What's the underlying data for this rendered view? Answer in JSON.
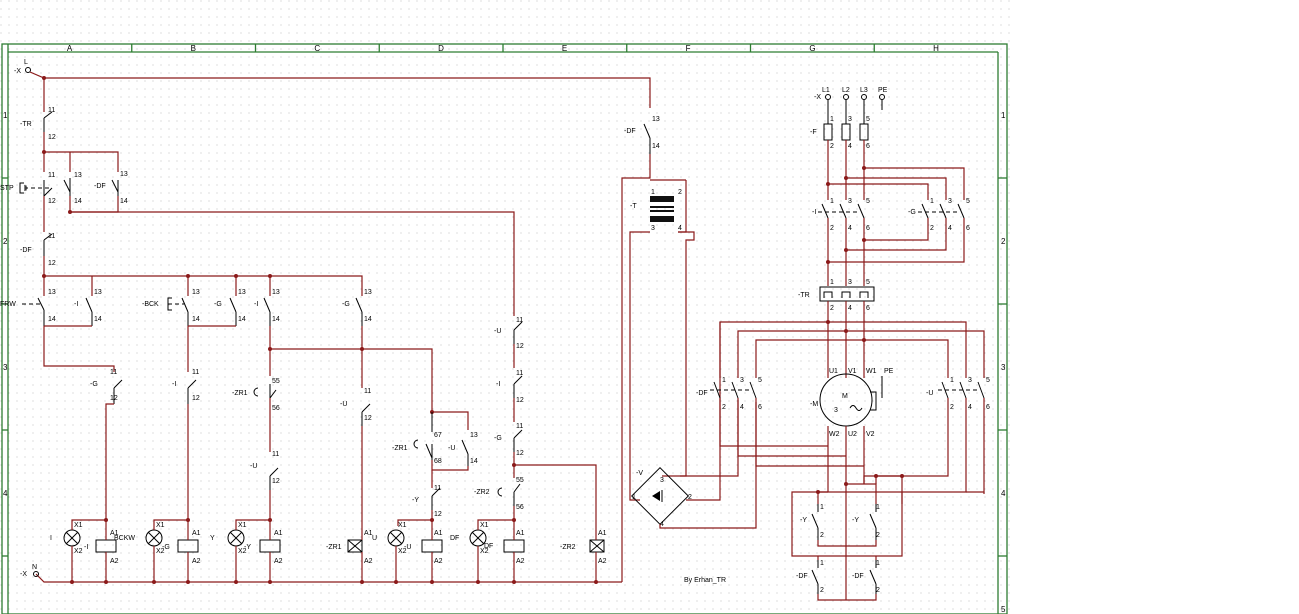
{
  "frame": {
    "columns": [
      "A",
      "B",
      "C",
      "D",
      "E",
      "F",
      "G",
      "H"
    ],
    "rows": [
      "1",
      "2",
      "3",
      "4"
    ],
    "footer_mark": "5"
  },
  "terminals": {
    "x_label": "-X",
    "l_label": "L",
    "n_label": "N"
  },
  "author": "By Erhan_TR",
  "control": {
    "tr": {
      "tag": "-TR",
      "a": "11",
      "b": "12"
    },
    "stp": {
      "tag": "STP",
      "a": "11",
      "b": "12",
      "c": "13",
      "d": "14"
    },
    "df_no": {
      "tag": "-DF",
      "a": "13",
      "b": "14"
    },
    "df_nc": {
      "tag": "-DF",
      "a": "11",
      "b": "12"
    },
    "frw": {
      "tag": "FRW",
      "a": "13",
      "b": "14"
    },
    "i1": {
      "tag": "-I",
      "a": "13",
      "b": "14"
    },
    "bck": {
      "tag": "-BCK",
      "a": "13",
      "b": "14"
    },
    "g1": {
      "tag": "-G",
      "a": "13",
      "b": "14"
    },
    "i2": {
      "tag": "-I",
      "a": "13",
      "b": "14"
    },
    "g2": {
      "tag": "-G",
      "a": "13",
      "b": "14"
    },
    "g_nc": {
      "tag": "-G",
      "a": "11",
      "b": "12"
    },
    "i_nc": {
      "tag": "-I",
      "a": "11",
      "b": "12"
    },
    "zr1_t": {
      "tag": "-ZR1",
      "a": "55",
      "b": "56"
    },
    "u_nc1": {
      "tag": "-U",
      "a": "11",
      "b": "12"
    },
    "u_nc2": {
      "tag": "-U",
      "a": "11",
      "b": "12"
    },
    "zr1_no": {
      "tag": "-ZR1",
      "a": "67",
      "b": "68"
    },
    "u_no": {
      "tag": "-U",
      "a": "13",
      "b": "14"
    },
    "y_nc": {
      "tag": "-Y",
      "a": "11",
      "b": "12"
    },
    "e_u": {
      "tag": "-U",
      "a": "11",
      "b": "12"
    },
    "e_i": {
      "tag": "-I",
      "a": "11",
      "b": "12"
    },
    "e_g": {
      "tag": "-G",
      "a": "11",
      "b": "12"
    },
    "zr2_t": {
      "tag": "-ZR2",
      "a": "55",
      "b": "56"
    },
    "df_top": {
      "tag": "-DF",
      "a": "13",
      "b": "14"
    },
    "transformer": {
      "tag": "-T",
      "p1": "1",
      "p2": "2",
      "p3": "3",
      "p4": "4"
    },
    "rectifier": {
      "tag": "-V",
      "p1": "1",
      "p2": "2",
      "p3": "3",
      "p4": "4"
    }
  },
  "loads": [
    {
      "lamp_tag": "I",
      "coil_tag": "-I",
      "coil_name": "BCKW",
      "x1": "X1",
      "x2": "X2",
      "a1": "A1",
      "a2": "A2"
    },
    {
      "lamp_tag": "",
      "coil_tag": "-G",
      "coil_name": "",
      "x1": "X1",
      "x2": "X2",
      "a1": "A1",
      "a2": "A2"
    },
    {
      "lamp_tag": "Y",
      "coil_tag": "-Y",
      "coil_name": "",
      "x1": "X1",
      "x2": "X2",
      "a1": "A1",
      "a2": "A2"
    },
    {
      "coil_tag": "-ZR1",
      "a1": "A1",
      "a2": "A2"
    },
    {
      "lamp_tag": "U",
      "coil_tag": "-U",
      "coil_name": "DF",
      "x1": "X1",
      "x2": "X2",
      "a1": "A1",
      "a2": "A2"
    },
    {
      "lamp_tag": "DF",
      "coil_tag": "",
      "coil_name": "",
      "x1": "X1",
      "x2": "X2",
      "a1": "A1",
      "a2": "A2"
    },
    {
      "coil_tag": "-ZR2",
      "a1": "A1",
      "a2": "A2"
    }
  ],
  "power": {
    "supply": {
      "x_tag": "-X",
      "l1": "L1",
      "l2": "L2",
      "l3": "L3",
      "pe": "PE"
    },
    "fuse": {
      "tag": "-F",
      "top": [
        "1",
        "3",
        "5"
      ],
      "bot": [
        "2",
        "4",
        "6"
      ]
    },
    "contactor_i": {
      "tag": "-I",
      "top": [
        "1",
        "3",
        "5"
      ],
      "bot": [
        "2",
        "4",
        "6"
      ]
    },
    "contactor_g": {
      "tag": "-G",
      "top": [
        "1",
        "3",
        "5"
      ],
      "bot": [
        "2",
        "4",
        "6"
      ]
    },
    "overload": {
      "tag": "-TR",
      "top": [
        "1",
        "3",
        "5"
      ],
      "bot": [
        "2",
        "4",
        "6"
      ]
    },
    "contactor_df": {
      "tag": "-DF",
      "top": [
        "1",
        "3",
        "5"
      ],
      "bot": [
        "2",
        "4",
        "6"
      ]
    },
    "contactor_u": {
      "tag": "-U",
      "top": [
        "1",
        "3",
        "5"
      ],
      "bot": [
        "2",
        "4",
        "6"
      ]
    },
    "motor": {
      "tag": "-M",
      "name": "M",
      "phase": "3",
      "u1": "U1",
      "v1": "V1",
      "w1": "W1",
      "pe": "PE",
      "w2": "W2",
      "u2": "U2",
      "v2": "V2"
    },
    "y_a": {
      "tag": "-Y",
      "a": "1",
      "b": "2"
    },
    "y_b": {
      "tag": "-Y",
      "a": "1",
      "b": "2"
    },
    "df_a": {
      "tag": "-DF",
      "a": "1",
      "b": "2"
    },
    "df_b": {
      "tag": "-DF",
      "a": "1",
      "b": "2"
    }
  }
}
